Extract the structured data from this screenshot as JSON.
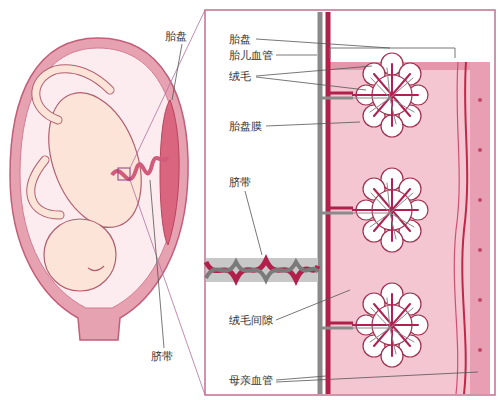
{
  "diagram": {
    "labels": [
      "胎盘",
      "胎盘",
      "胎儿血管",
      "绒毛",
      "胎盘膜",
      "脐带",
      "绒毛间隙",
      "母亲血管",
      "脐带"
    ]
  }
}
